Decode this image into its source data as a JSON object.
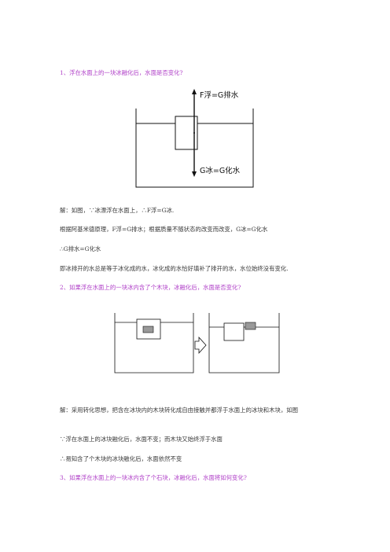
{
  "question1": "1、浮在水面上的一块冰融化后，水面是否变化?",
  "figure1": {
    "label_top": "F浮=G排水",
    "label_bottom": "G冰=G化水"
  },
  "solution1": [
    "解：如图，∵冰漂浮在水面上，∴F浮=G冰.",
    "根据阿基米德原理，F浮=G排水；根据质量不随状态的改变而改变，G冰=G化水",
    "∴G排水=G化水",
    "即冰排开的水总是等于冰化成的水，冰化成的水恰好填补了排开的水，水位始终没有变化."
  ],
  "question2": "2、如果浮在水面上的一块冰内含了个木块，冰融化后，水面是否变化?",
  "solution2": [
    "解：采用转化思想，把含在冰块内的木块转化成自由接触并都浮于水面上的冰块和木块，如图",
    "∵浮在水面上的冰块融化后，水面不变；而木块又始终浮于水面",
    "∴易知含了个木块的冰块融化后，水面依然不变"
  ],
  "question3": "3、如果浮在水面上的一块冰内含了个石块，冰融化后，水面将如何变化?"
}
